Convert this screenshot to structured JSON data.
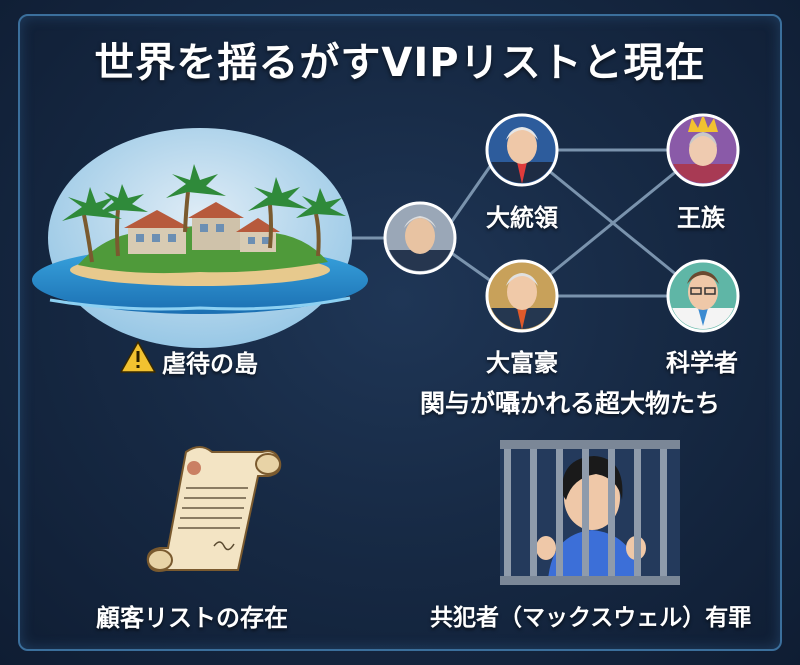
{
  "title": "世界を揺るがすVIPリストと現在",
  "island": {
    "label": "虐待の島",
    "warning_icon": "warning-triangle-icon"
  },
  "network": {
    "people": [
      {
        "id": "center",
        "icon": "man-portrait-icon"
      },
      {
        "id": "president",
        "label": "大統領",
        "icon": "president-portrait-icon"
      },
      {
        "id": "royalty",
        "label": "王族",
        "icon": "queen-portrait-icon"
      },
      {
        "id": "tycoon",
        "label": "大富豪",
        "icon": "tycoon-portrait-icon"
      },
      {
        "id": "scientist",
        "label": "科学者",
        "icon": "scientist-portrait-icon"
      }
    ],
    "caption": "関与が囁かれる超大物たち"
  },
  "client_list": {
    "label": "顧客リストの存在",
    "icon": "scroll-icon"
  },
  "accomplice": {
    "label": "共犯者（マックスウェル）有罪",
    "icon": "prisoner-behind-bars-icon"
  },
  "colors": {
    "background": "#172a45",
    "border": "#3b6f9c",
    "connector": "#7a93ad",
    "warning": "#f2c230"
  }
}
